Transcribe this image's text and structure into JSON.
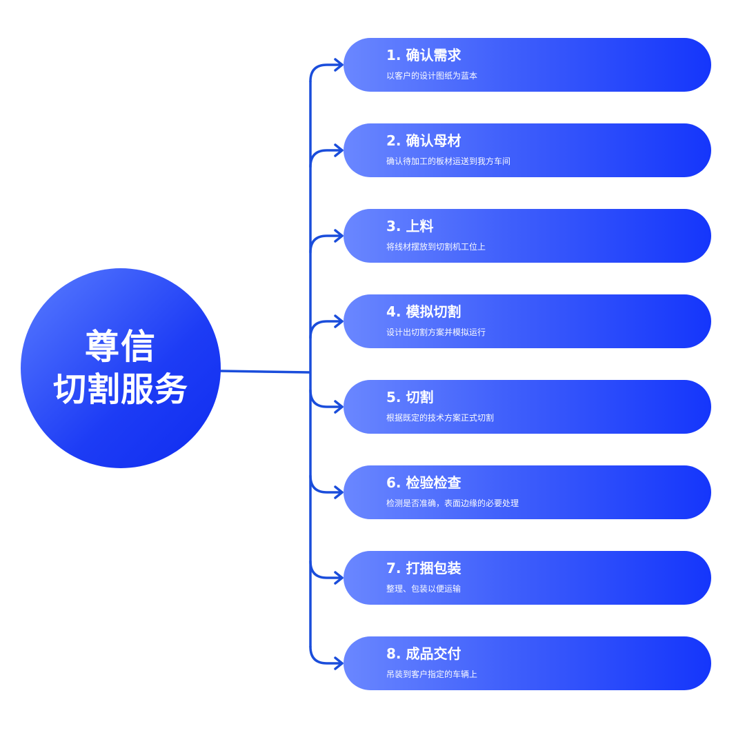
{
  "hub": {
    "line1": "尊信",
    "line2": "切割服务"
  },
  "steps": [
    {
      "title": "1. 确认需求",
      "desc": "以客户的设计图纸为蓝本"
    },
    {
      "title": "2. 确认母材",
      "desc": "确认待加工的板材运送到我方车间"
    },
    {
      "title": "3. 上料",
      "desc": "将线材摆放到切割机工位上"
    },
    {
      "title": "4. 模拟切割",
      "desc": "设计出切割方案并模拟运行"
    },
    {
      "title": "5. 切割",
      "desc": "根据既定的技术方案正式切割"
    },
    {
      "title": "6. 检验检查",
      "desc": "检测是否准确，表面边缘的必要处理"
    },
    {
      "title": "7. 打捆包装",
      "desc": "整理、包装以便运输"
    },
    {
      "title": "8. 成品交付",
      "desc": "吊装到客户指定的车辆上"
    }
  ],
  "colors": {
    "connector": "#1a4ddb",
    "card_start": "#6a87ff",
    "card_end": "#1536fb",
    "hub_start": "#5a7dff",
    "hub_end": "#0f2cf0"
  }
}
